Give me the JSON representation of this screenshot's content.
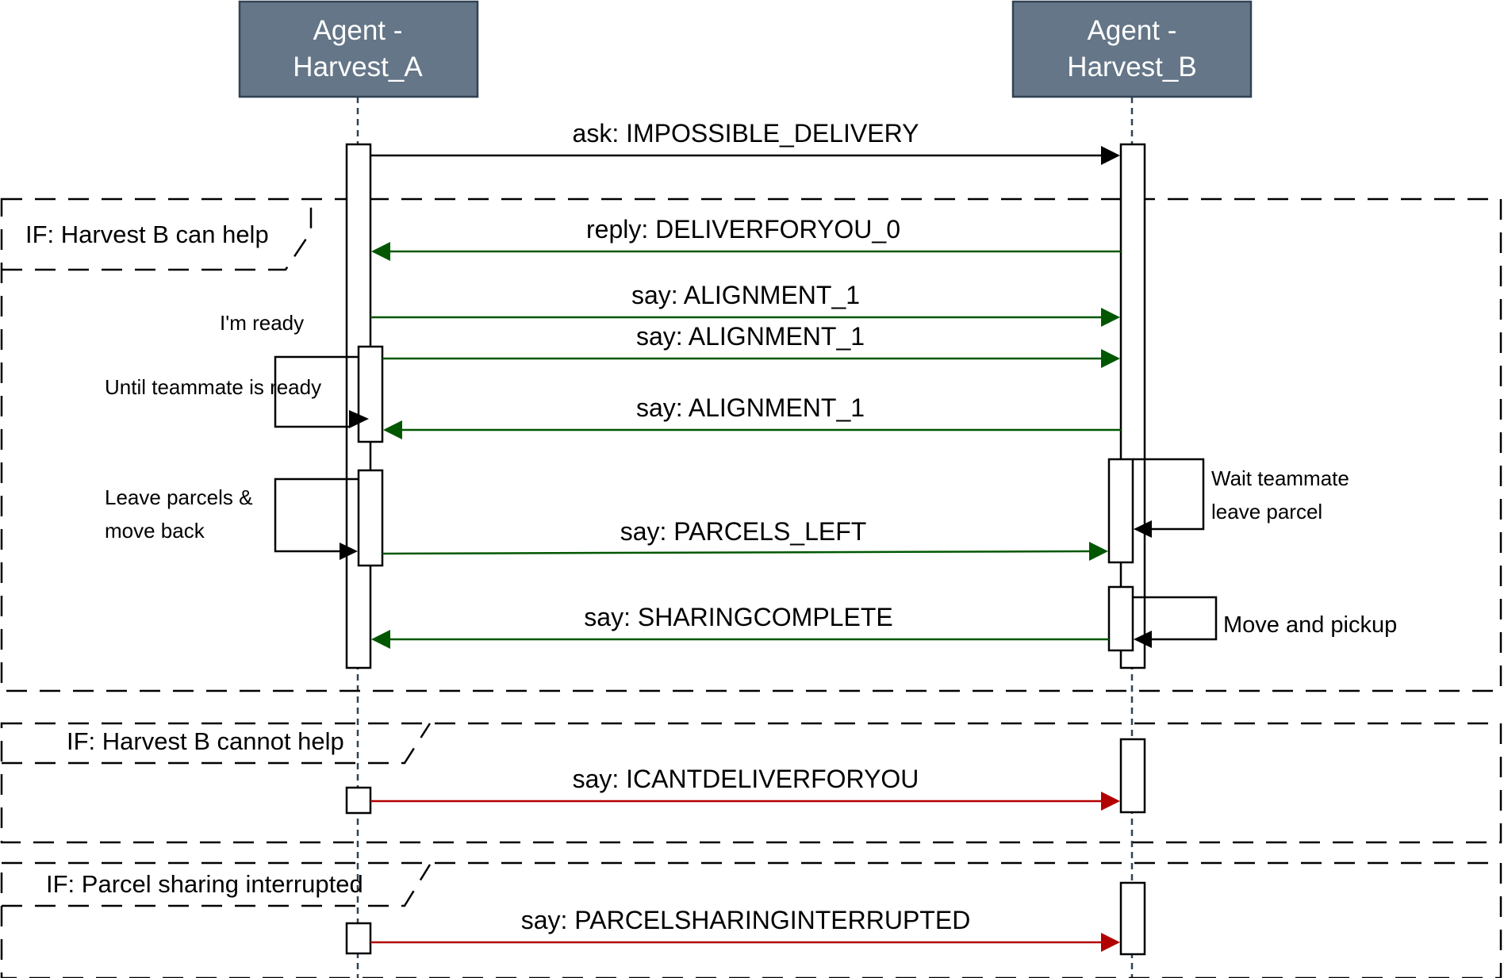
{
  "actors": {
    "a": {
      "line1": "Agent -",
      "line2": "Harvest_A"
    },
    "b": {
      "line1": "Agent -",
      "line2": "Harvest_B"
    }
  },
  "colors": {
    "actor_fill": "#647687",
    "actor_border": "#314354",
    "reply_arrow": "#005700",
    "error_arrow": "#b20000",
    "ask_arrow": "#000000"
  },
  "frames": {
    "help": "IF: Harvest B can help",
    "cannot": "IF: Harvest B cannot help",
    "interrupted": "IF: Parcel sharing interrupted"
  },
  "messages": {
    "ask": "ask: IMPOSSIBLE_DELIVERY",
    "reply": "reply: DELIVERFORYOU_0",
    "align1": "say: ALIGNMENT_1",
    "align2": "say: ALIGNMENT_1",
    "align3": "say: ALIGNMENT_1",
    "parcels_left": "say: PARCELS_LEFT",
    "sharing_complete": "say: SHARINGCOMPLETE",
    "cant_deliver": "say: ICANTDELIVERFORYOU",
    "interrupted": "say: PARCELSHARINGINTERRUPTED"
  },
  "notes": {
    "ready": "I'm ready",
    "until": "Until teammate is ready",
    "leave1": "Leave parcels &",
    "leave2": "move back",
    "wait1": "Wait teammate",
    "wait2": "leave parcel",
    "move": "Move and pickup"
  }
}
